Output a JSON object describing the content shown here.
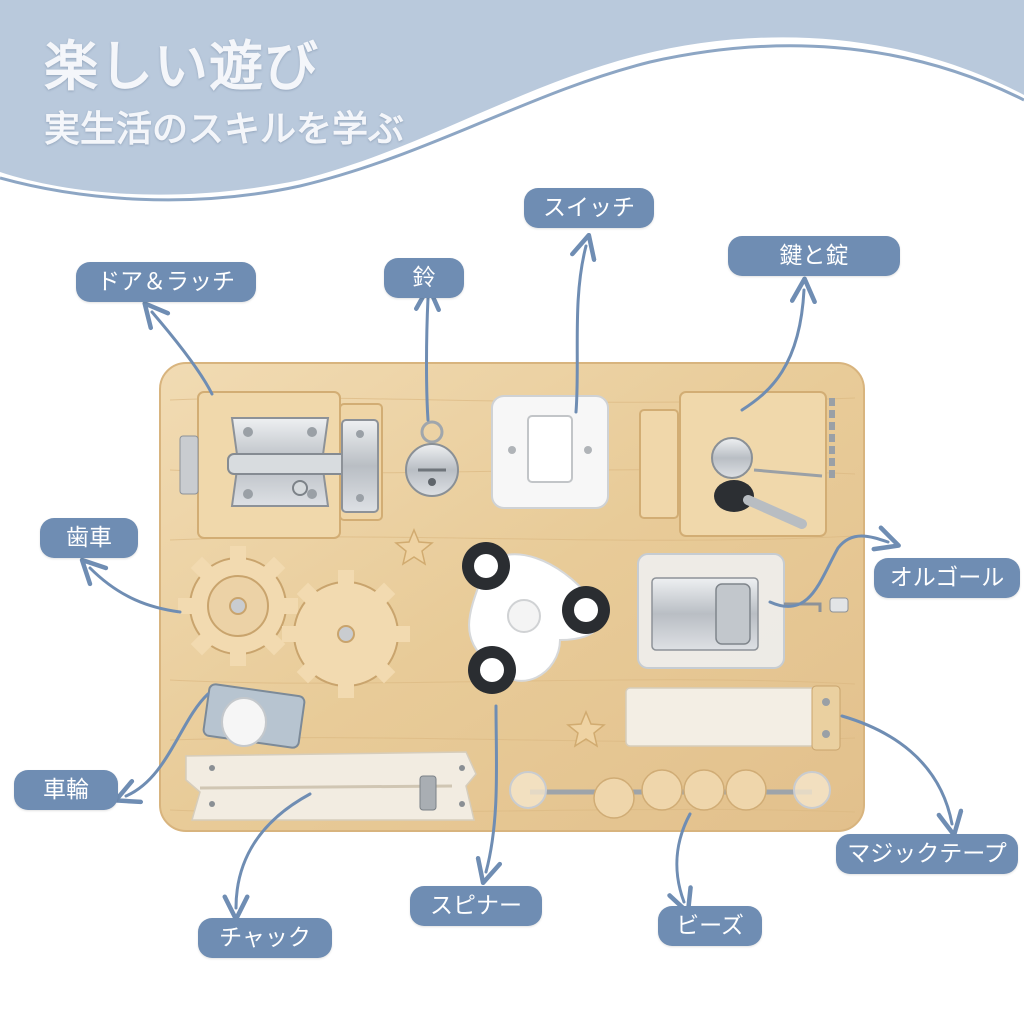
{
  "header": {
    "title": "楽しい遊び",
    "subtitle": "実生活のスキルを学ぶ"
  },
  "labels": {
    "door_latch": "ドア＆ラッチ",
    "bell": "鈴",
    "switch": "スイッチ",
    "lock_key": "鍵と錠",
    "gears": "歯車",
    "music_box": "オルゴール",
    "wheel": "車輪",
    "velcro": "マジックテープ",
    "zipper": "チャック",
    "spinner": "スピナー",
    "beads": "ビーズ"
  },
  "colors": {
    "header_wave": "#b9c9dc",
    "label_bg": "#6f8db3",
    "arrow": "#6f8db3",
    "wood": "#ecd2a6"
  }
}
